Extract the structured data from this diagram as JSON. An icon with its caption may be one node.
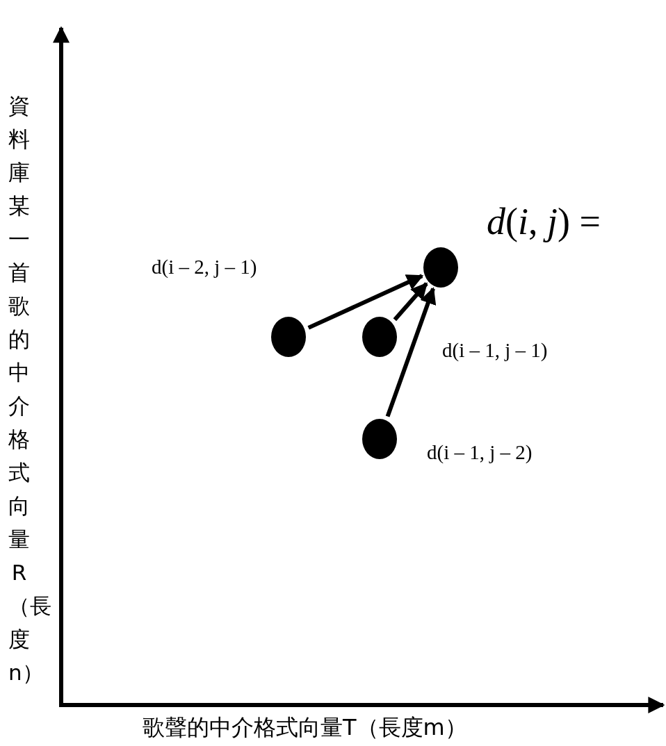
{
  "diagram": {
    "nodes": [
      {
        "text": [],
        "shape": "circle"
      },
      {
        "text": [],
        "shape": "circle",
        "beside": [
          "d(i – 2, j – 1)"
        ]
      },
      {
        "text": [],
        "shape": "circle",
        "beside": [
          "d(i – 1, j – 1)"
        ]
      },
      {
        "text": [],
        "shape": "circle",
        "beside": [
          "d(i – 1, j – 2)"
        ]
      }
    ],
    "edges": [
      {
        "from": 1,
        "to": 0,
        "arrow": "to"
      },
      {
        "from": 2,
        "to": 0,
        "arrow": "to"
      },
      {
        "from": 3,
        "to": 0,
        "arrow": "to"
      }
    ],
    "labels": [
      "*d*(*i*, *j*) =",
      "資料庫某一首歌的中介格式向量R （長度n）",
      "歌聲的中介格式向量T（長度m）"
    ]
  }
}
